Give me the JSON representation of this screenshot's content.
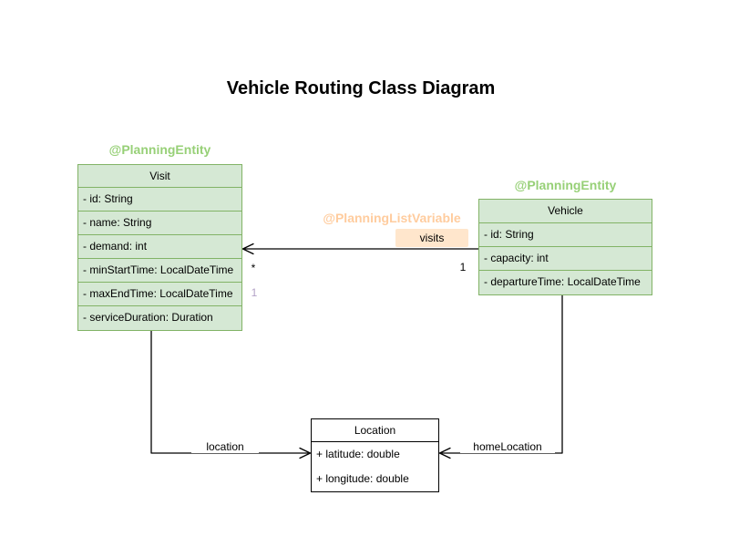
{
  "title": "Vehicle Routing Class Diagram",
  "colors": {
    "class_fill_green": "#d5e8d4",
    "class_stroke_green": "#82b366",
    "annotation_green": "#97d077",
    "edge_label_fill_orange": "#ffe6cc",
    "annotation_orange": "#ffcc9e",
    "faded_multiplicity_purple": "#b3a2c7",
    "line_black": "#000000"
  },
  "classes": {
    "visit": {
      "annotation": "@PlanningEntity",
      "name": "Visit",
      "attributes": [
        "- id: String",
        "- name: String",
        "- demand: int",
        "- minStartTime: LocalDateTime",
        "- maxEndTime: LocalDateTime",
        "- serviceDuration: Duration"
      ]
    },
    "vehicle": {
      "annotation": "@PlanningEntity",
      "name": "Vehicle",
      "attributes": [
        "- id: String",
        "- capacity: int",
        "- departureTime: LocalDateTime"
      ]
    },
    "location": {
      "name": "Location",
      "attributes": [
        "+ latitude: double",
        "+ longitude: double"
      ]
    }
  },
  "edges": {
    "visits": {
      "annotation": "@PlanningListVariable",
      "label": "visits",
      "vehicle_end_multiplicity": "1",
      "visit_end_multiplicity": "*",
      "faded_multiplicity": "1"
    },
    "location": {
      "label": "location"
    },
    "home_location": {
      "label": "homeLocation"
    }
  }
}
